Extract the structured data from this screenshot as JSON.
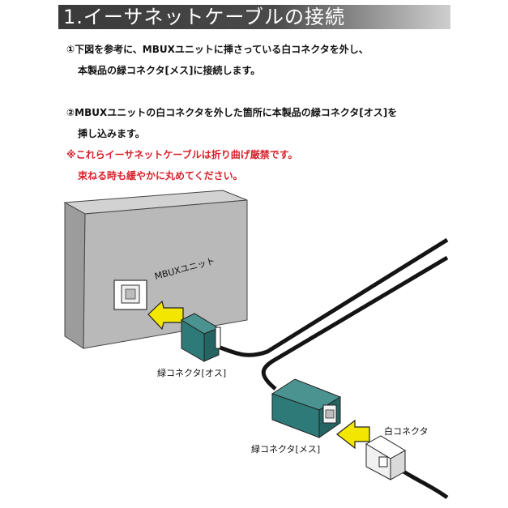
{
  "title": "1.イーサネットケーブルの接続",
  "instructions": {
    "step1_line1": "①下図を参考に、MBUXユニットに挿さっている白コネクタを外し、",
    "step1_line2": "本製品の緑コネクタ[メス]に接続します。",
    "step2_line1": "②MBUXユニットの白コネクタを外した箇所に本製品の緑コネクタ[オス]を",
    "step2_line2": "挿し込みます。",
    "warning_line1": "※これらイーサネットケーブルは折り曲げ厳禁です。",
    "warning_line2": "束ねる時も緩やかに丸めてください。"
  },
  "diagram": {
    "unit_label": "MBUXユニット",
    "male_connector_label": "緑コネクタ[オス]",
    "female_connector_label": "緑コネクタ[メス]",
    "white_connector_label": "白コネクタ"
  },
  "colors": {
    "title_bg": "#3a3a3a",
    "warning": "#d8202a",
    "unit_gray": "#b9b9b9",
    "connector_green": "#2e7a78",
    "arrow_yellow": "#f3e600",
    "cable": "#141414"
  }
}
